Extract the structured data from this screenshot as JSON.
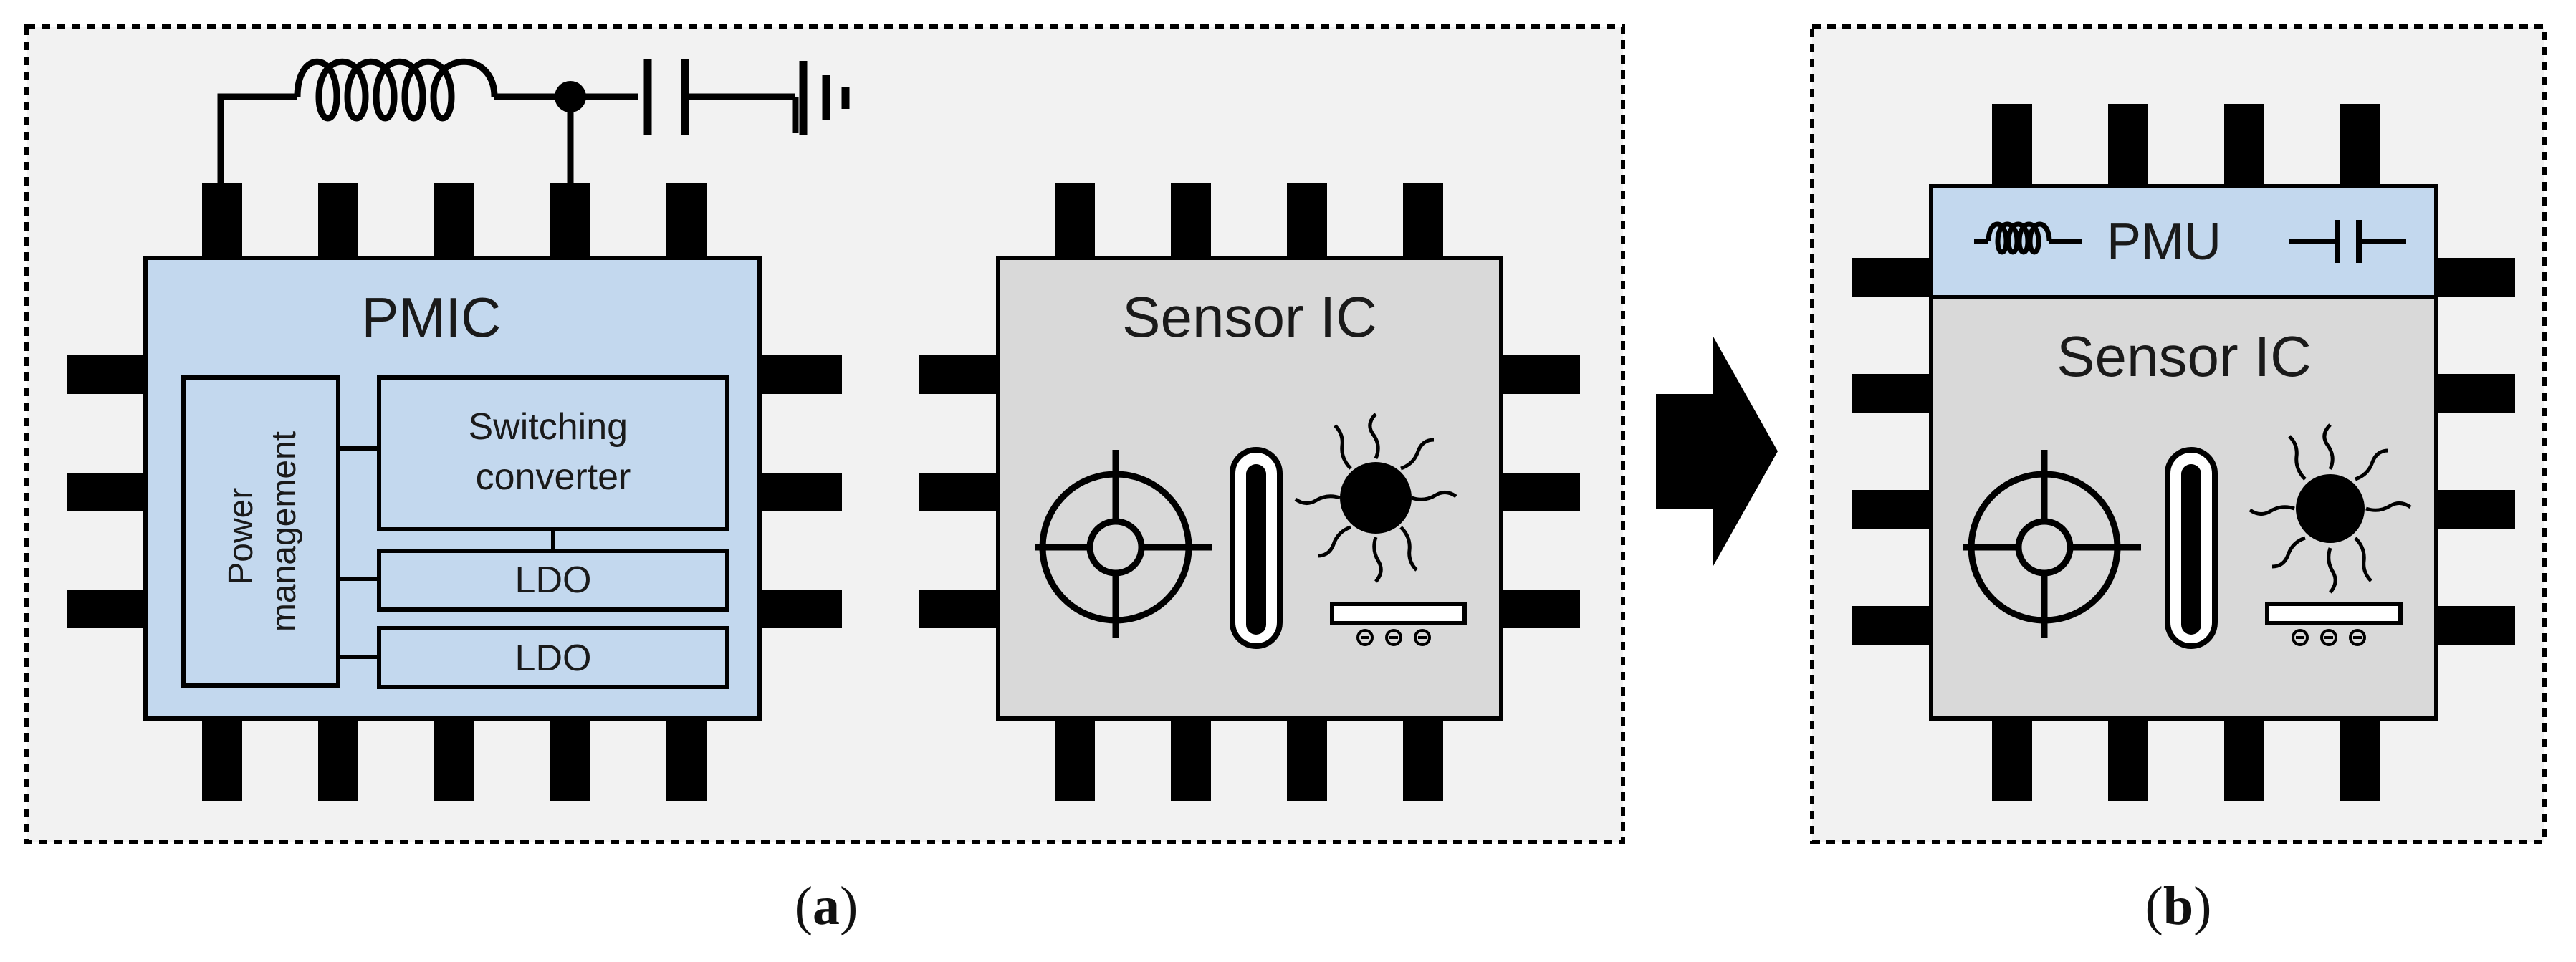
{
  "panel_a": {
    "pmic_title": "PMIC",
    "power_management": [
      "Power",
      "management"
    ],
    "switching_converter": [
      "Switching",
      "converter"
    ],
    "ldo1": "LDO",
    "ldo2": "LDO",
    "sensor_title": "Sensor IC"
  },
  "panel_b": {
    "pmu_label": "PMU",
    "sensor_title": "Sensor IC"
  },
  "captions": {
    "a_open": "(",
    "a_letter": "a",
    "a_close": ")",
    "b_open": "(",
    "b_letter": "b",
    "b_close": ")"
  },
  "colors": {
    "pmic_fill": "#c3d8ee",
    "sensor_fill": "#d9d9d9",
    "panel_fill": "#f2f2f2",
    "outline": "#000000"
  },
  "icons": [
    "inductor-icon",
    "capacitor-icon",
    "ground-icon",
    "crosshair-icon",
    "thermometer-icon",
    "light-sensor-icon"
  ]
}
